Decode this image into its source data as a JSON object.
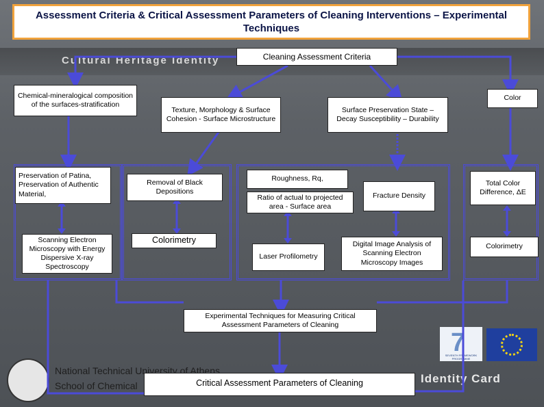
{
  "title": "Assessment Criteria & Critical Assessment Parameters of Cleaning Interventions – Experimental Techniques",
  "background": {
    "banner_text": "Cultural Heritage Identity",
    "footer_line1": "National Technical University of Athens",
    "footer_line2": "School of Chemical",
    "identity_card": "Identity Card",
    "fp7_label": "SEVENTH FRAMEWORK PROGRAMME"
  },
  "nodes": {
    "criteria": "Cleaning Assessment Criteria",
    "chemical": "Chemical-mineralogical composition of the surfaces-stratification",
    "texture": "Texture, Morphology & Surface Cohesion - Surface Microstructure",
    "surface_state": "Surface Preservation State – Decay Susceptibility – Durability",
    "color": "Color",
    "patina": "Preservation of Patina, Preservation of Authentic Material,",
    "sem": "Scanning Electron Microscopy with Energy Dispersive X-ray Spectroscopy",
    "black_dep": "Removal of Black Depositions",
    "colorimetry1": "Colorimetry",
    "roughness": "Roughness, Rq,",
    "ratio": "Ratio of actual to projected area - Surface area",
    "fracture": "Fracture Density",
    "laser": "Laser Profilometry",
    "image_analysis": "Digital Image Analysis of Scanning Electron Microscopy Images",
    "total_color": "Total Color Difference, ΔE",
    "colorimetry2": "Colorimetry",
    "experimental": "Experimental Techniques for Measuring Critical Assessment Parameters of Cleaning",
    "critical": "Critical Assessment Parameters of Cleaning"
  },
  "colors": {
    "arrow": "#4b4bd8",
    "title_border": "#f0a23c",
    "title_text": "#0b1446"
  }
}
